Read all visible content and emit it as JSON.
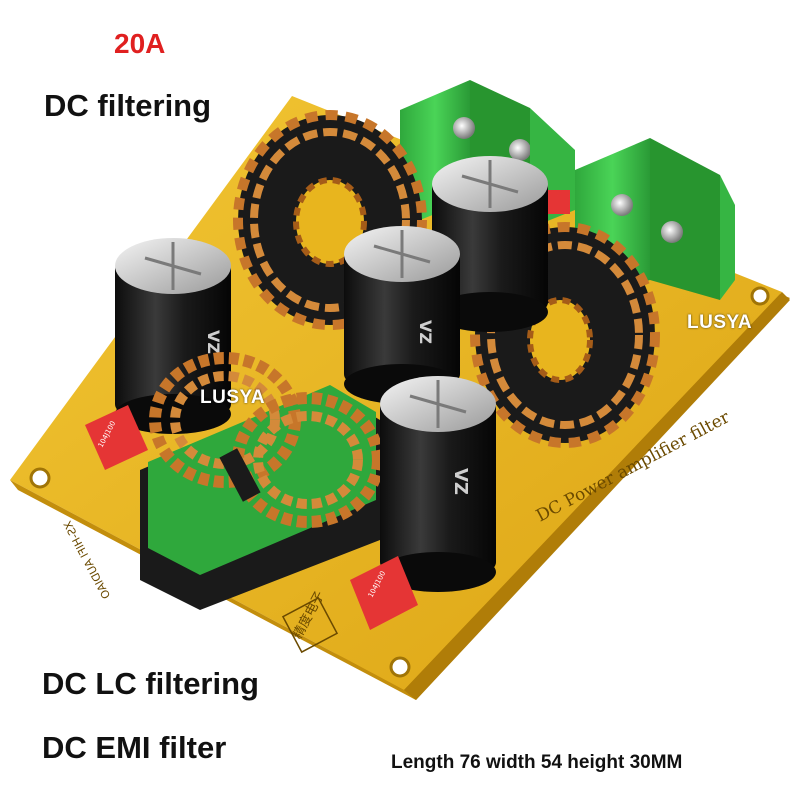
{
  "captions": {
    "current_rating": "20A",
    "dc_filtering": "DC filtering",
    "dc_lc_filtering": "DC LC filtering",
    "dc_emi_filter": "DC EMI filter",
    "dimensions": "Length 76 width 54 height 30MM"
  },
  "watermarks": {
    "brand_right": "LUSYA",
    "brand_left": "LUSYA"
  },
  "board": {
    "silkscreen_title": "DC Power amplifier filter",
    "silkscreen_model": "XS-HIFI AUDIAO",
    "silkscreen_chinese": "精度电子"
  },
  "capacitor_marking": "VZ",
  "film_cap_marking": "104J100",
  "colors": {
    "pcb": "#e8b51e",
    "pcb_edge": "#c38e0c",
    "terminal_green": "#3cc24a",
    "copper": "#c7762a",
    "cap_body": "#1c1c1c",
    "film_cap_red": "#e53535",
    "title_red": "#e02020"
  }
}
